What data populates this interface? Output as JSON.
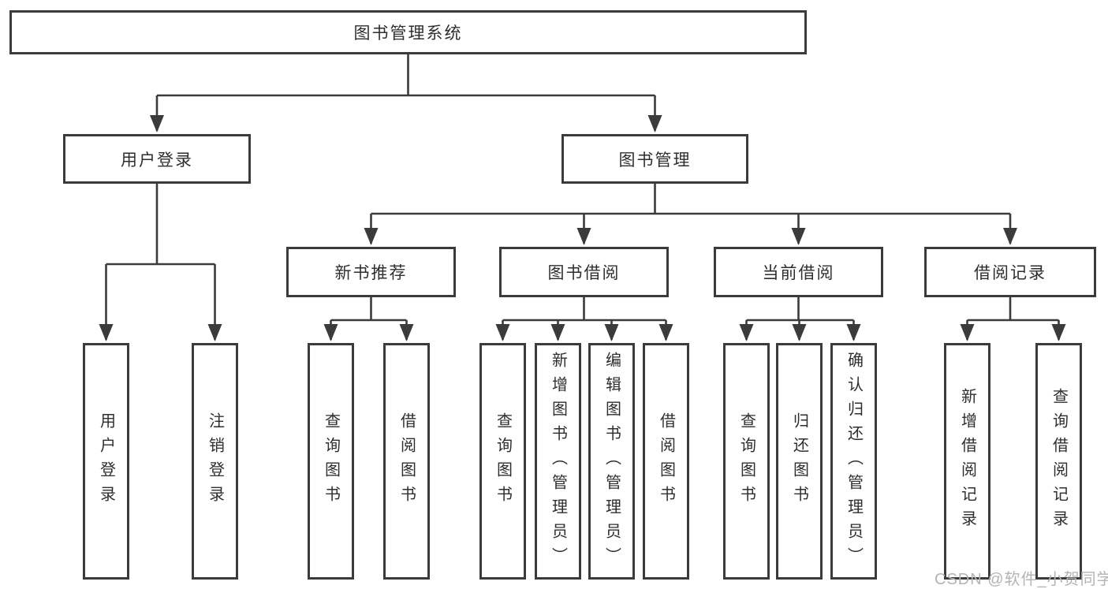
{
  "tree": {
    "label": "图书管理系统",
    "children": [
      {
        "label": "用户登录",
        "children": [
          {
            "label": "用户登录"
          },
          {
            "label": "注销登录"
          }
        ]
      },
      {
        "label": "图书管理",
        "children": [
          {
            "label": "新书推荐",
            "children": [
              {
                "label": "查询图书"
              },
              {
                "label": "借阅图书"
              }
            ]
          },
          {
            "label": "图书借阅",
            "children": [
              {
                "label": "查询图书"
              },
              {
                "label": "新增图书（管理员）"
              },
              {
                "label": "编辑图书（管理员）"
              },
              {
                "label": "借阅图书"
              }
            ]
          },
          {
            "label": "当前借阅",
            "children": [
              {
                "label": "查询图书"
              },
              {
                "label": "归还图书"
              },
              {
                "label": "确认归还（管理员）"
              }
            ]
          },
          {
            "label": "借阅记录",
            "children": [
              {
                "label": "新增借阅记录"
              },
              {
                "label": "查询借阅记录"
              }
            ]
          }
        ]
      }
    ]
  },
  "watermark": "CSDN @软件_小贺同学",
  "colors": {
    "line": "#3b3b3b",
    "text": "#2e2e2e",
    "watermark": "#b4b4b4",
    "background": "#ffffff"
  }
}
